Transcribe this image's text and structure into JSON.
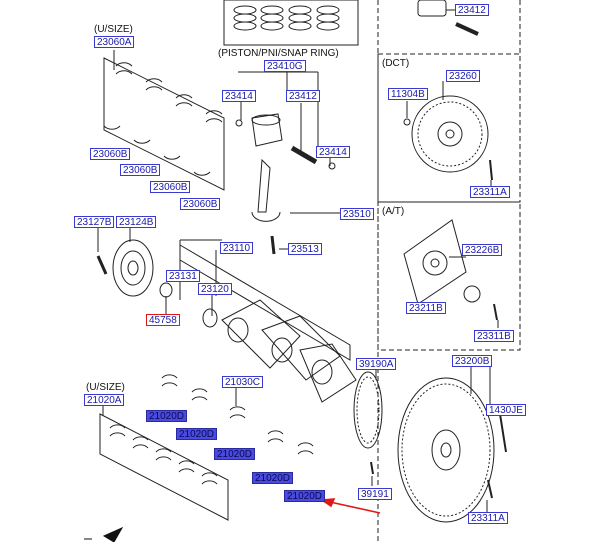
{
  "captions": {
    "usize_top": "(U/SIZE)",
    "piston_group": "(PISTON/PNI/SNAP RING)",
    "dct": "(DCT)",
    "at": "(A/T)",
    "usize_bottom": "(U/SIZE)"
  },
  "parts": {
    "p23060A": "23060A",
    "p23410G": "23410G",
    "p23412_top": "23412",
    "p23414_left": "23414",
    "p23412": "23412",
    "p23414_right": "23414",
    "p23260": "23260",
    "p11304B": "11304B",
    "p23060B_1": "23060B",
    "p23060B_2": "23060B",
    "p23060B_3": "23060B",
    "p23060B_4": "23060B",
    "p23311A_top": "23311A",
    "p23510": "23510",
    "p23127B": "23127B",
    "p23124B": "23124B",
    "p23226B": "23226B",
    "p23110": "23110",
    "p23513": "23513",
    "p23131": "23131",
    "p23120": "23120",
    "p23211B": "23211B",
    "p45758": "45758",
    "p23311B": "23311B",
    "p39190A": "39190A",
    "p23200B": "23200B",
    "p21030C": "21030C",
    "p21020A": "21020A",
    "p1430JE": "1430JE",
    "p21020D_1": "21020D",
    "p21020D_2": "21020D",
    "p21020D_3": "21020D",
    "p21020D_4": "21020D",
    "p21020D_5": "21020D",
    "p39191": "39191",
    "p23311A_bottom": "23311A"
  },
  "colors": {
    "label_border": "#3a3ad0",
    "label_text": "#1a1aa8",
    "highlight_fill": "#4a4ae0",
    "callout_red": "#e01818",
    "line": "#222222"
  },
  "icons": {
    "nav": "back-arrow-icon"
  }
}
